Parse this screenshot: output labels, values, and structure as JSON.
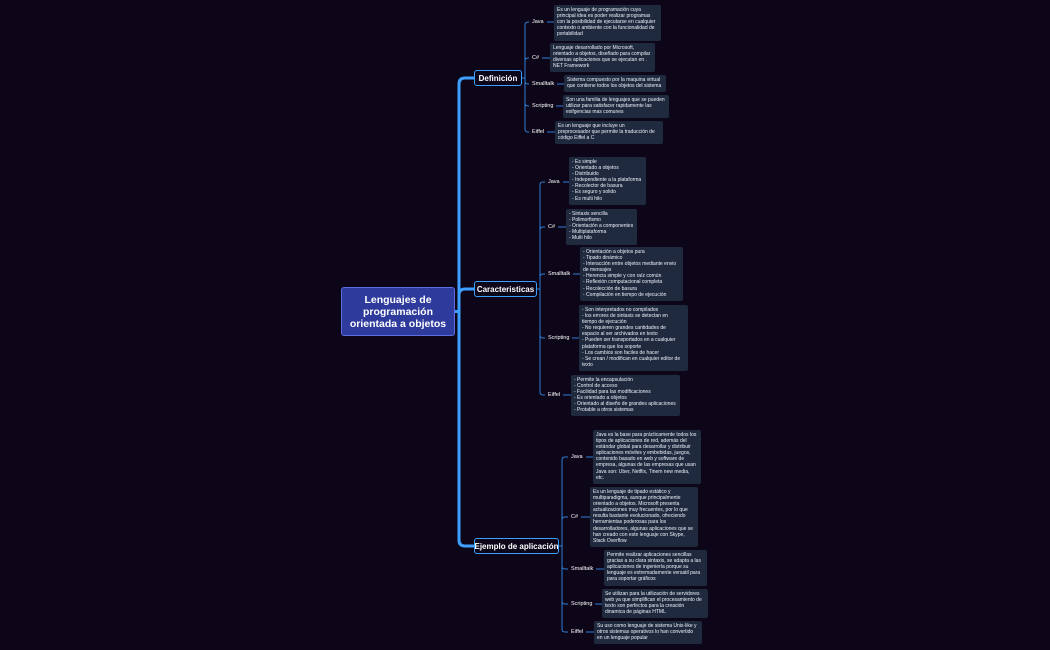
{
  "root": "Lenguajes de programación orientada a objetos",
  "colors": {
    "background": "#0d0518",
    "root": "#2e3a9c",
    "branch": "#3da0ff",
    "note": "#1f2a3f"
  },
  "categories": [
    {
      "label": "Definición",
      "items": [
        {
          "label": "Java",
          "lines": [
            "Es un lenguaje de programación cuya",
            "principal idea es poder realizar programas",
            "con la posibilidad de ejecutarse en cualquier",
            "contexto o ambiente con la funcionalidad de",
            "portabilidad"
          ]
        },
        {
          "label": "C#",
          "lines": [
            "Lenguaje desarrollado por Microsoft,",
            "orientado a objetos, diseñado para compilar",
            "diversas aplicaciones que se ejecutan en .",
            "NET Framework"
          ]
        },
        {
          "label": "Smalltalk",
          "lines": [
            "Sistema compuesto por la maquina virtual",
            "que contiene todos los objetos del sistema"
          ]
        },
        {
          "label": "Scripting",
          "lines": [
            "Son una familia de lenguajes que se pueden",
            "utilizar para satisfacer rapidamente las",
            "exifgencias mas comunes"
          ]
        },
        {
          "label": "Eiffel",
          "lines": [
            "Es un lenguaje que incluye un",
            "preprocesador que permite la traducción de",
            "código Eiffel a C"
          ]
        }
      ]
    },
    {
      "label": "Caracteristicas",
      "items": [
        {
          "label": "Java",
          "lines": [
            "- Es simple",
            "- Orientado a objetos",
            "- Distribuido",
            "- Independiente a la plataforma",
            "- Recolector de basura",
            "- Es seguro y solido",
            "- Es multi hilo"
          ]
        },
        {
          "label": "C#",
          "lines": [
            "- Sintaxis sencilla",
            "- Polimorfismo",
            "- Orientación a componentes",
            "- Multiplataforma",
            "- Multi hilo"
          ]
        },
        {
          "label": "Smalltalk",
          "lines": [
            "- Orientación a objetos pura",
            "- Tipado dinámico",
            "- Interacción entre objetos mediante envio",
            "de mensajes",
            "- Herencia simple y con raíz común",
            "- Reflexión computacional completa",
            "- Recolección de basura",
            "- Compilación en tiempo de ejecución"
          ]
        },
        {
          "label": "Scripting",
          "lines": [
            "- Son interpretados no compilados",
            "- los errores de sintaxis se detectan en",
            "tiempo de ejecución",
            "- No requieren grandes cantidades de",
            "espacio al ser archivados en texto",
            "- Pueden ser transportados en a cualquier",
            "plataforma que los soporte",
            "- Los cambios son faciles de hacer",
            "- Se crean / modifican en cualquier editor de",
            "texto"
          ]
        },
        {
          "label": "Eiffel",
          "lines": [
            "- Permite la encapsulación",
            "- Control de acceso",
            "- Facilidad para las modificaciones",
            "- Es orientado a objetos",
            "- Orientado al diseño de grandes aplicaciones",
            "- Protable a otros sistemas"
          ]
        }
      ]
    },
    {
      "label": "Ejemplo de aplicación",
      "items": [
        {
          "label": "Java",
          "lines": [
            "Java es la base para prácticamente todos los",
            "tipos de aplicaciones de red, además del",
            "estándar global para desarrollar y distribuir",
            "aplicaciones móviles y embebidas, juegos,",
            "contenido basado en web y software de",
            "empresa, algunas de las empresas que usan",
            "Java son: Uber, Netflix, Tinem new media,",
            "etc."
          ]
        },
        {
          "label": "C#",
          "lines": [
            "Es un lenguaje de tipado estático y",
            "multiparadigma, aunque principalmente",
            "orientado a objetos. Microsoft presenta",
            "actualizaciones muy frecuentes, por lo que",
            "resulta bastante evolucionado, ofreciendo",
            "herramientas poderosas para los",
            "desarrolladores, algunas aplicaciones que se",
            "han creado con este lenguaje con Skype,",
            "Stack Overflow"
          ]
        },
        {
          "label": "Smalltalk",
          "lines": [
            "Permite realizar aplicaciones sencillas",
            "gracias a su clara sintaxis, se adapta a  las",
            "aplicaciones de ingeniería porque su",
            "lenguaje es extremadamente versatil para",
            "para soportar gráficos"
          ]
        },
        {
          "label": "Scripting",
          "lines": [
            "Se utilizan para la utilización de servidores",
            "web ya que simplifican el procesamiento de",
            "texto son perfectos para la creación",
            "dinamica de páginas HTML"
          ]
        },
        {
          "label": "Eiffel",
          "lines": [
            "Su uso como lenguaje de sistema Unix-like y",
            "otros sistemas operativos lo han convertido",
            "en un lenguaje popular"
          ]
        }
      ]
    }
  ]
}
